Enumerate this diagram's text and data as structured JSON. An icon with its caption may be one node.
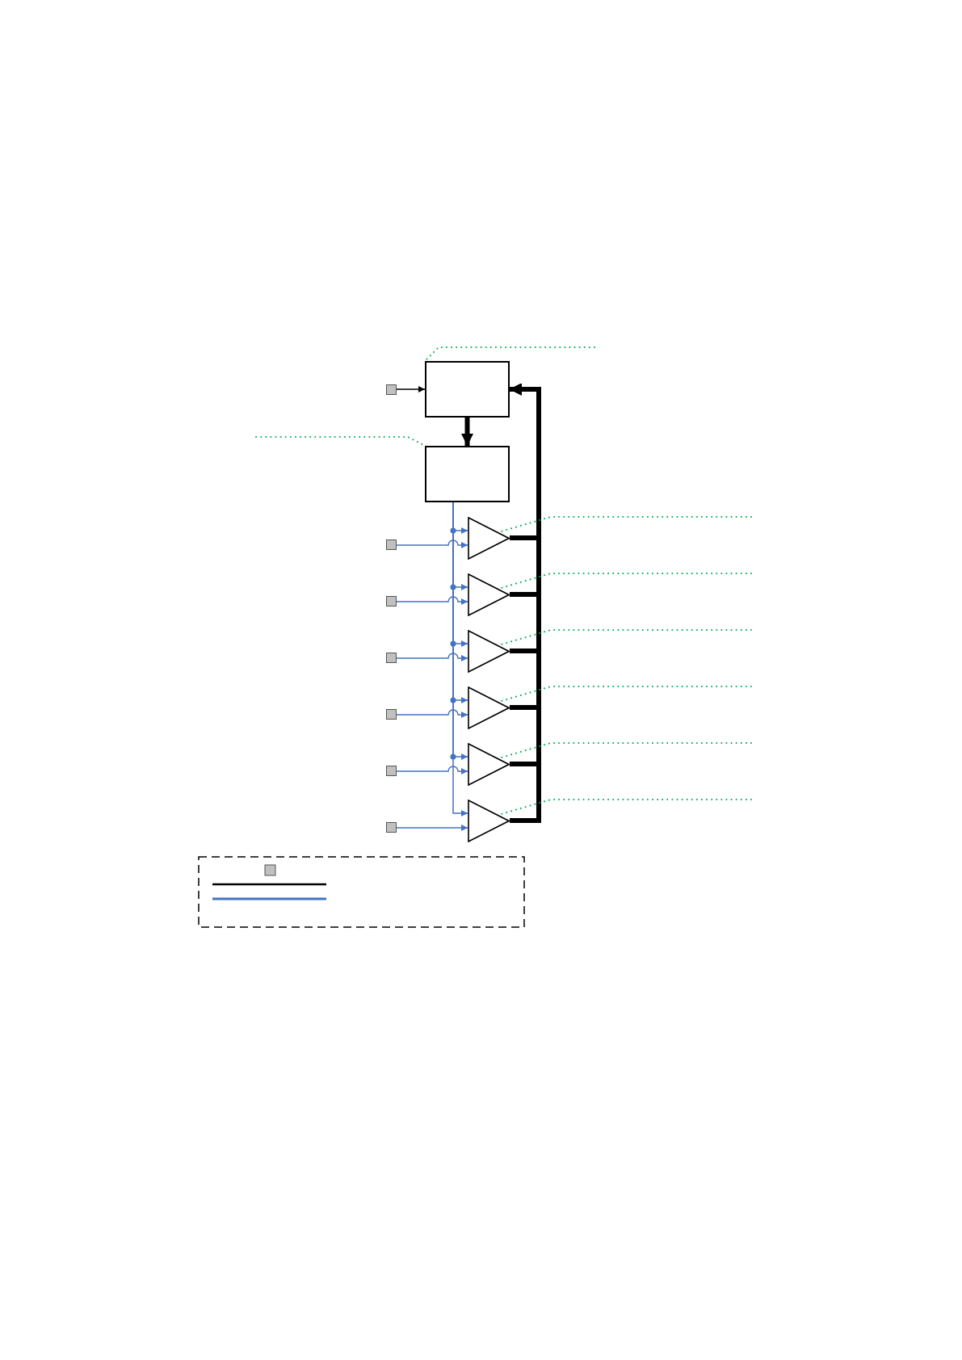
{
  "diagram": {
    "nodes": [
      {
        "text": [],
        "shape": "box"
      },
      {
        "text": [],
        "shape": "box"
      },
      {
        "text": [],
        "shape": "box"
      },
      {
        "text": [],
        "shape": "triangle"
      },
      {
        "text": [],
        "shape": "triangle"
      },
      {
        "text": [],
        "shape": "triangle"
      },
      {
        "text": [],
        "shape": "triangle"
      },
      {
        "text": [],
        "shape": "triangle"
      },
      {
        "text": [],
        "shape": "triangle"
      },
      {
        "text": [],
        "shape": "box"
      },
      {
        "text": [],
        "shape": "box"
      },
      {
        "text": [],
        "shape": "box"
      },
      {
        "text": [],
        "shape": "box"
      },
      {
        "text": [],
        "shape": "box"
      },
      {
        "text": [],
        "shape": "box"
      }
    ],
    "edges": [
      {
        "from": 2,
        "to": 0,
        "arrow": "to",
        "color": "#000000"
      },
      {
        "from": 0,
        "to": 1,
        "arrow": "to",
        "style": "thick",
        "color": "#000000"
      },
      {
        "from": 3,
        "to": 0,
        "arrow": "to",
        "style": "thick",
        "color": "#000000"
      },
      {
        "from": 4,
        "to": 0,
        "arrow": "to",
        "style": "thick",
        "color": "#000000"
      },
      {
        "from": 5,
        "to": 0,
        "arrow": "to",
        "style": "thick",
        "color": "#000000"
      },
      {
        "from": 6,
        "to": 0,
        "arrow": "to",
        "style": "thick",
        "color": "#000000"
      },
      {
        "from": 7,
        "to": 0,
        "arrow": "to",
        "style": "thick",
        "color": "#000000"
      },
      {
        "from": 8,
        "to": 0,
        "arrow": "to",
        "style": "thick",
        "color": "#000000"
      },
      {
        "from": 1,
        "to": 3,
        "arrow": "to"
      },
      {
        "from": 1,
        "to": 4,
        "arrow": "to"
      },
      {
        "from": 1,
        "to": 5,
        "arrow": "to"
      },
      {
        "from": 1,
        "to": 6,
        "arrow": "to"
      },
      {
        "from": 1,
        "to": 7,
        "arrow": "to"
      },
      {
        "from": 1,
        "to": 8,
        "arrow": "to"
      },
      {
        "from": 9,
        "to": 3,
        "arrow": "to"
      },
      {
        "from": 10,
        "to": 4,
        "arrow": "to"
      },
      {
        "from": 11,
        "to": 5,
        "arrow": "to"
      },
      {
        "from": 12,
        "to": 6,
        "arrow": "to"
      },
      {
        "from": 13,
        "to": 7,
        "arrow": "to"
      },
      {
        "from": 14,
        "to": 8,
        "arrow": "to"
      },
      {
        "from": null,
        "to": 0,
        "arrow": "none",
        "style": "dashed",
        "color": "#00b050"
      },
      {
        "from": null,
        "to": 1,
        "arrow": "none",
        "style": "dashed",
        "color": "#00b050"
      },
      {
        "from": null,
        "to": 3,
        "arrow": "none",
        "style": "dashed",
        "color": "#00b050"
      },
      {
        "from": null,
        "to": 4,
        "arrow": "none",
        "style": "dashed",
        "color": "#00b050"
      },
      {
        "from": null,
        "to": 5,
        "arrow": "none",
        "style": "dashed",
        "color": "#00b050"
      },
      {
        "from": null,
        "to": 6,
        "arrow": "none",
        "style": "dashed",
        "color": "#00b050"
      },
      {
        "from": null,
        "to": 7,
        "arrow": "none",
        "style": "dashed",
        "color": "#00b050"
      },
      {
        "from": null,
        "to": 8,
        "arrow": "none",
        "style": "dashed",
        "color": "#00b050"
      }
    ]
  }
}
